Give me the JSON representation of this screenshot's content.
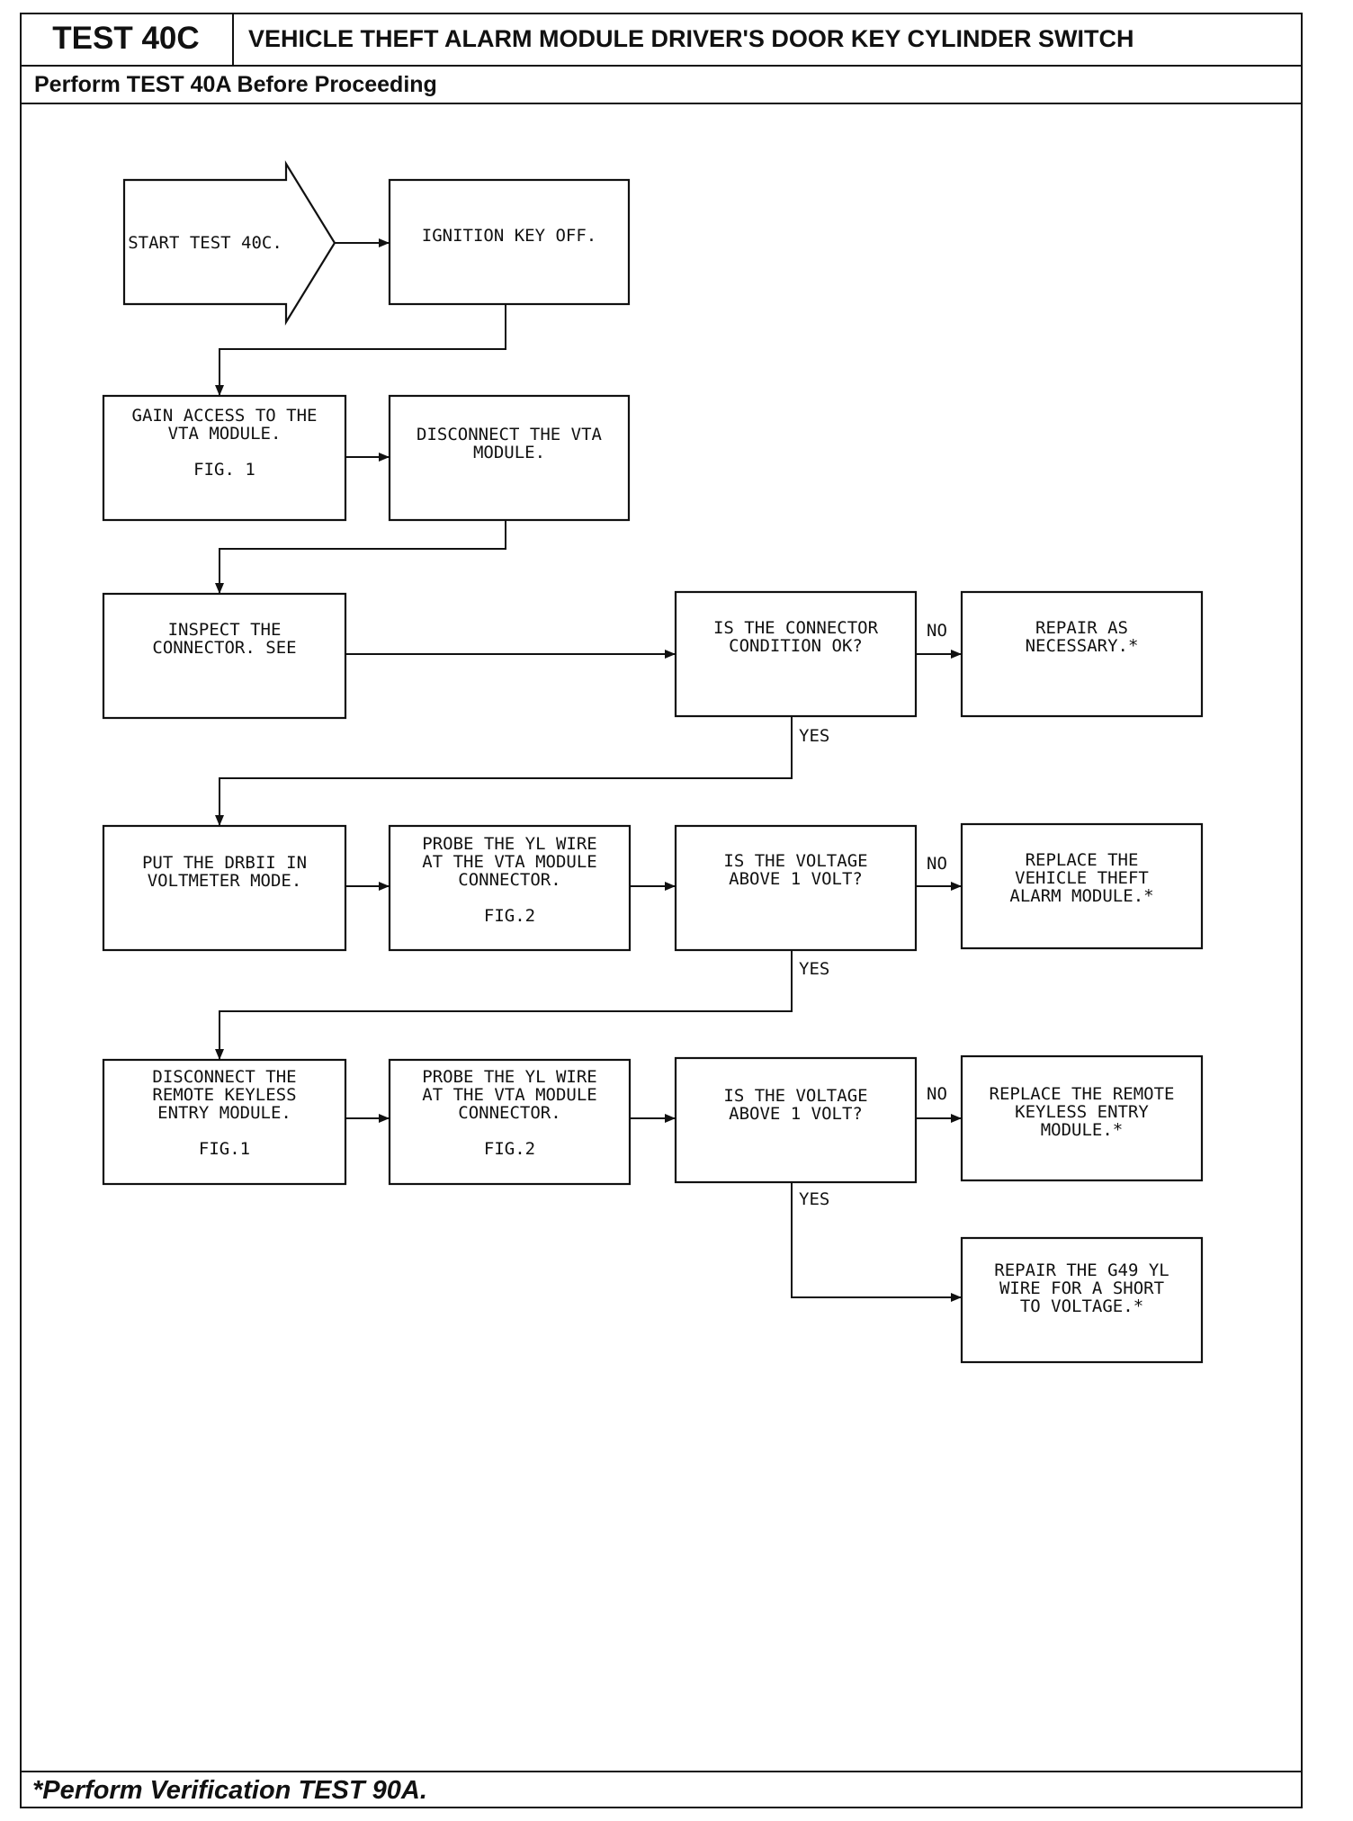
{
  "header": {
    "test_id": "TEST 40C",
    "title": "VEHICLE THEFT ALARM MODULE DRIVER'S DOOR KEY CYLINDER SWITCH",
    "subtitle": "Perform TEST 40A Before Proceeding"
  },
  "footer": {
    "note": "*Perform Verification TEST 90A."
  },
  "flow": {
    "start": {
      "lines": [
        "START TEST 40C."
      ]
    },
    "ignition_off": {
      "lines": [
        "IGNITION KEY OFF."
      ]
    },
    "gain_access": {
      "lines": [
        "GAIN ACCESS TO THE",
        "VTA MODULE.",
        "",
        "FIG. 1"
      ]
    },
    "disconnect_vta": {
      "lines": [
        "DISCONNECT THE VTA",
        "MODULE."
      ]
    },
    "inspect_connector": {
      "lines": [
        "INSPECT THE",
        "CONNECTOR. SEE"
      ]
    },
    "connector_ok_q": {
      "lines": [
        "IS THE CONNECTOR",
        "CONDITION OK?"
      ]
    },
    "repair_as_necessary": {
      "lines": [
        "REPAIR AS",
        "NECESSARY.*"
      ]
    },
    "put_drbii": {
      "lines": [
        "PUT THE DRBII IN",
        "VOLTMETER MODE."
      ]
    },
    "probe_yl_1": {
      "lines": [
        "PROBE THE YL WIRE",
        "AT THE VTA MODULE",
        "CONNECTOR.",
        "",
        "FIG.2"
      ]
    },
    "voltage_q_1": {
      "lines": [
        "IS THE VOLTAGE",
        "ABOVE 1 VOLT?"
      ]
    },
    "replace_vta": {
      "lines": [
        "REPLACE THE",
        "VEHICLE THEFT",
        "ALARM MODULE.*"
      ]
    },
    "disconnect_rke": {
      "lines": [
        "DISCONNECT THE",
        "REMOTE KEYLESS",
        "ENTRY MODULE.",
        "",
        "FIG.1"
      ]
    },
    "probe_yl_2": {
      "lines": [
        "PROBE THE YL WIRE",
        "AT THE VTA MODULE",
        "CONNECTOR.",
        "",
        "FIG.2"
      ]
    },
    "voltage_q_2": {
      "lines": [
        "IS THE VOLTAGE",
        "ABOVE 1 VOLT?"
      ]
    },
    "replace_rke": {
      "lines": [
        "REPLACE THE REMOTE",
        "KEYLESS ENTRY",
        "MODULE.*"
      ]
    },
    "repair_g49": {
      "lines": [
        "REPAIR THE G49 YL",
        "WIRE FOR A SHORT",
        "TO VOLTAGE.*"
      ]
    }
  },
  "labels": {
    "no": "NO",
    "yes": "YES"
  }
}
